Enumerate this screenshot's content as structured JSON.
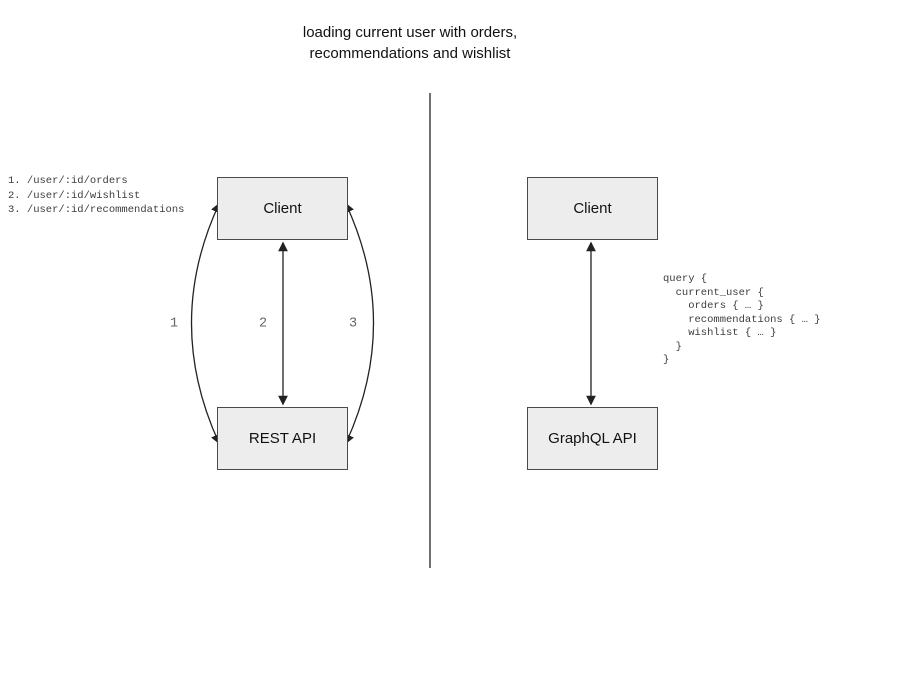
{
  "title": "loading current user with orders,\nrecommendations and wishlist",
  "left_panel": {
    "endpoints": [
      "1. /user/:id/orders",
      "2. /user/:id/wishlist",
      "3. /user/:id/recommendations"
    ],
    "client_label": "Client",
    "api_label": "REST API",
    "arrow_labels": [
      "1",
      "2",
      "3"
    ]
  },
  "right_panel": {
    "client_label": "Client",
    "api_label": "GraphQL API",
    "query_lines": [
      "query {",
      "  current_user {",
      "    orders { … }",
      "    recommendations { … }",
      "    wishlist { … }",
      "  }",
      "}"
    ]
  },
  "colors": {
    "box_fill": "#ededed",
    "box_border": "#4a4a4a",
    "arrow": "#222222",
    "divider": "#707070",
    "number_gray": "#666666"
  }
}
